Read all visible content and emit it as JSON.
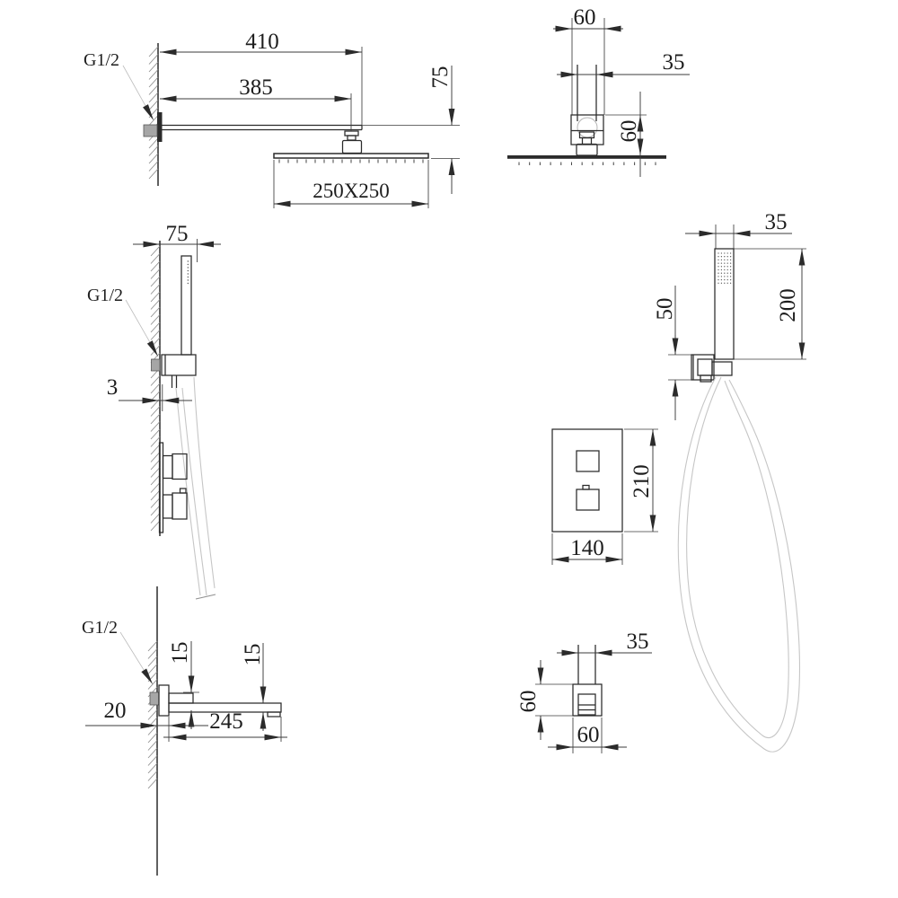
{
  "drawing_type": "shower-system-installation-dimensions",
  "colors": {
    "line": "#2b2b2b",
    "dimension": "#3b3b3b",
    "hatch": "#8f8f8f",
    "hose": "#c6c6c6",
    "fitting_fill": "#a6a6a6"
  },
  "views": {
    "rain_shower_side": {
      "thread": "G1/2",
      "dim_arm_total": "410",
      "dim_arm_to_head": "385",
      "dim_head_drop": "75",
      "dim_head_size": "250X250"
    },
    "rain_shower_front": {
      "dim_flange_width": "60",
      "dim_connector_width": "35",
      "dim_flange_to_head": "60"
    },
    "hand_shower_side": {
      "dim_bracket_depth": "75",
      "thread": "G1/2",
      "dim_plate_gap": "3"
    },
    "hand_shower_front": {
      "dim_handle_width": "35",
      "dim_handle_length": "200",
      "dim_outlet_height": "50"
    },
    "mixer_valve_front": {
      "dim_plate_height": "210",
      "dim_plate_width": "140"
    },
    "spout_side": {
      "thread": "G1/2",
      "dim_inlet_drop": "15",
      "dim_tip_height": "15",
      "dim_wall_offset": "20",
      "dim_reach": "245"
    },
    "spout_front": {
      "dim_spout_width": "35",
      "dim_flange_height": "60",
      "dim_flange_width": "60"
    }
  }
}
